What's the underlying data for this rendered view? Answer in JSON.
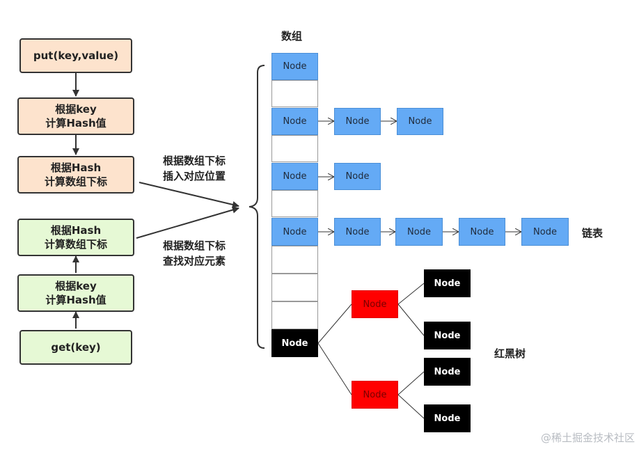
{
  "flow": {
    "put": "put(key,value)",
    "put_hash": "根据key\n计算Hash值",
    "put_index": "根据Hash\n计算数组下标",
    "get_index": "根据Hash\n计算数组下标",
    "get_hash": "根据key\n计算Hash值",
    "get": "get(key)"
  },
  "labels": {
    "insert": "根据数组下标\n插入对应位置",
    "find": "根据数组下标\n查找对应元素",
    "array": "数组",
    "linked_list": "链表",
    "rbtree": "红黑树"
  },
  "node_label": "Node",
  "watermark": "@稀土掘金技术社区",
  "colors": {
    "flow_orange": "#fde3cd",
    "flow_green": "#e6f9d5",
    "node_blue": "#64aaf5",
    "tree_red": "#ff0000",
    "tree_black": "#000000"
  }
}
